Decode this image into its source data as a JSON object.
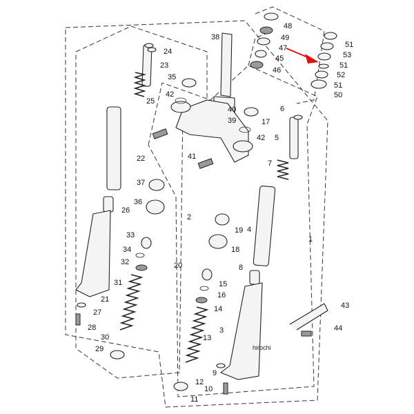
{
  "diagram": {
    "title": "Front fork parts diagram",
    "watermark": "hirochi",
    "arrow_color": "#e01010",
    "labels": {
      "p1": "1",
      "p2": "2",
      "p3": "3",
      "p4": "4",
      "p5": "5",
      "p6": "6",
      "p7": "7",
      "p8": "8",
      "p9": "9",
      "p10": "10",
      "p11": "11",
      "p12": "12",
      "p13": "13",
      "p14": "14",
      "p15": "15",
      "p16": "16",
      "p17": "17",
      "p18": "18",
      "p19": "19",
      "p20": "20",
      "p21": "21",
      "p22": "22",
      "p23": "23",
      "p24": "24",
      "p25": "25",
      "p26": "26",
      "p27": "27",
      "p28": "28",
      "p29": "29",
      "p30": "30",
      "p31": "31",
      "p32": "32",
      "p33": "33",
      "p34": "34",
      "p35": "35",
      "p36": "36",
      "p37": "37",
      "p38": "38",
      "p39": "39",
      "p40": "40",
      "p41": "41",
      "p42a": "42",
      "p42b": "42",
      "p43": "43",
      "p44": "44",
      "p45": "45",
      "p46": "46",
      "p47": "47",
      "p48": "48",
      "p49": "49",
      "p50": "50",
      "p51a": "51",
      "p51b": "51",
      "p51c": "51",
      "p52": "52",
      "p53": "53"
    }
  }
}
